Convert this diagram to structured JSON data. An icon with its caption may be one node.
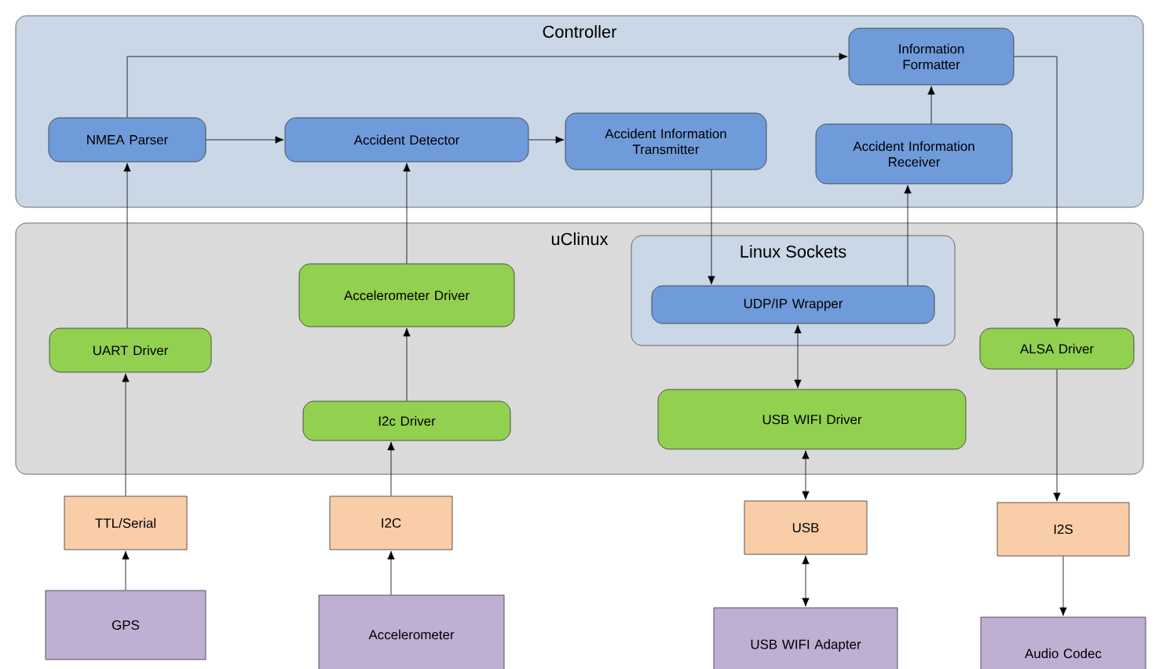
{
  "diagram": {
    "nodes": [
      {
        "text": [
          "Controller"
        ]
      },
      {
        "text": [
          "NMEA Parser"
        ],
        "in": 0
      },
      {
        "text": [
          "Accident Detector"
        ],
        "in": 0
      },
      {
        "text": [
          "Accident Information Transmitter"
        ],
        "in": 0
      },
      {
        "text": [
          "Information Formatter"
        ],
        "in": 0
      },
      {
        "text": [
          "Accident Information Receiver"
        ],
        "in": 0
      },
      {
        "text": [
          "uClinux"
        ]
      },
      {
        "text": [
          "Linux Sockets"
        ],
        "in": 6
      },
      {
        "text": [
          "UDP/IP Wrapper"
        ],
        "in": 7
      },
      {
        "text": [
          "UART Driver"
        ],
        "in": 6
      },
      {
        "text": [
          "Accelerometer Driver"
        ],
        "in": 6
      },
      {
        "text": [
          "I2c Driver"
        ],
        "in": 6
      },
      {
        "text": [
          "USB WIFI Driver"
        ],
        "in": 6
      },
      {
        "text": [
          "ALSA Driver"
        ],
        "in": 6
      },
      {
        "text": [
          "TTL/Serial"
        ]
      },
      {
        "text": [
          "I2C"
        ]
      },
      {
        "text": [
          "USB"
        ]
      },
      {
        "text": [
          "I2S"
        ]
      },
      {
        "text": [
          "GPS"
        ]
      },
      {
        "text": [
          "Accelerometer"
        ]
      },
      {
        "text": [
          "USB WIFI Adapter"
        ]
      },
      {
        "text": [
          "Audio Codec"
        ]
      }
    ],
    "edges": [
      {
        "from": 18,
        "to": 14,
        "arrow": "to"
      },
      {
        "from": 14,
        "to": 9,
        "arrow": "to"
      },
      {
        "from": 9,
        "to": 1,
        "arrow": "to"
      },
      {
        "from": 1,
        "to": 4,
        "arrow": "to"
      },
      {
        "from": 1,
        "to": 2,
        "arrow": "to"
      },
      {
        "from": 2,
        "to": 3,
        "arrow": "to"
      },
      {
        "from": 3,
        "to": 8,
        "arrow": "to"
      },
      {
        "from": 8,
        "to": 5,
        "arrow": "to"
      },
      {
        "from": 5,
        "to": 4,
        "arrow": "to"
      },
      {
        "from": 4,
        "to": 13,
        "arrow": "to"
      },
      {
        "from": 13,
        "to": 17,
        "arrow": "to"
      },
      {
        "from": 17,
        "to": 21,
        "arrow": "to"
      },
      {
        "from": 19,
        "to": 15,
        "arrow": "to"
      },
      {
        "from": 15,
        "to": 11,
        "arrow": "to"
      },
      {
        "from": 11,
        "to": 10,
        "arrow": "to"
      },
      {
        "from": 10,
        "to": 2,
        "arrow": "to"
      },
      {
        "from": 8,
        "to": 12,
        "arrow": "both"
      },
      {
        "from": 12,
        "to": 16,
        "arrow": "both"
      },
      {
        "from": 16,
        "to": 20,
        "arrow": "both"
      }
    ]
  }
}
